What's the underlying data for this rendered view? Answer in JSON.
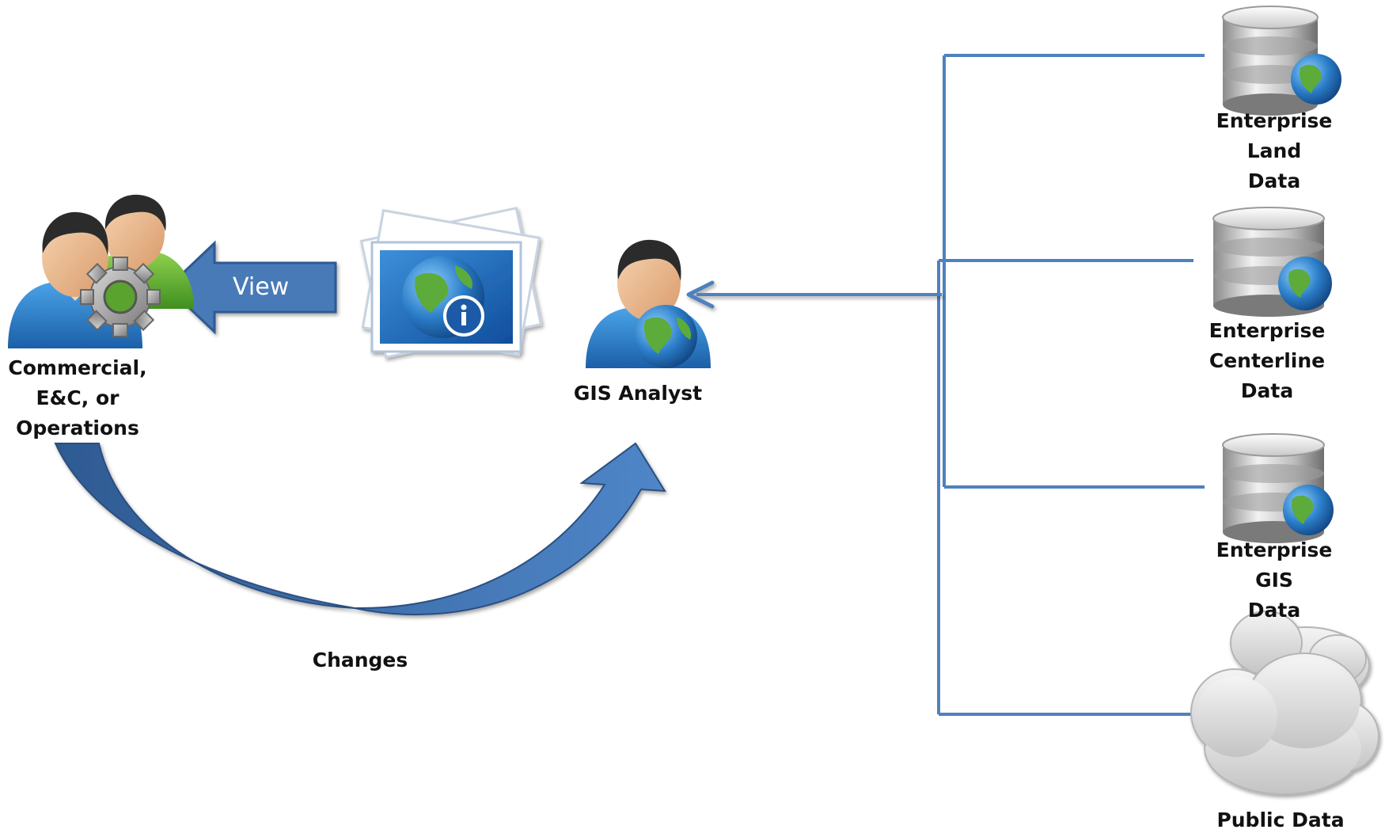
{
  "actors": {
    "business_users": {
      "icon": "users-gear-icon",
      "label_lines": [
        "Commercial,",
        "E&C, or",
        "Operations"
      ]
    },
    "gis_analyst": {
      "icon": "user-globe-icon",
      "label": "GIS Analyst"
    }
  },
  "map_document": {
    "icon": "map-info-icon"
  },
  "flows": {
    "view": {
      "label": "View"
    },
    "changes": {
      "label": "Changes"
    }
  },
  "data_sources": [
    {
      "icon": "database-globe-icon",
      "label_lines": [
        "Enterprise",
        "Land",
        "Data"
      ]
    },
    {
      "icon": "database-globe-icon",
      "label_lines": [
        "Enterprise",
        "Centerline",
        "Data"
      ]
    },
    {
      "icon": "database-globe-icon",
      "label_lines": [
        "Enterprise",
        "GIS",
        "Data"
      ]
    },
    {
      "icon": "cloud-icon",
      "label": "Public Data"
    }
  ],
  "colors": {
    "arrow_fill": "#4a7ab8",
    "arrow_dark": "#2e5a92",
    "connector": "#4f81bd",
    "label_text": "#111111"
  }
}
